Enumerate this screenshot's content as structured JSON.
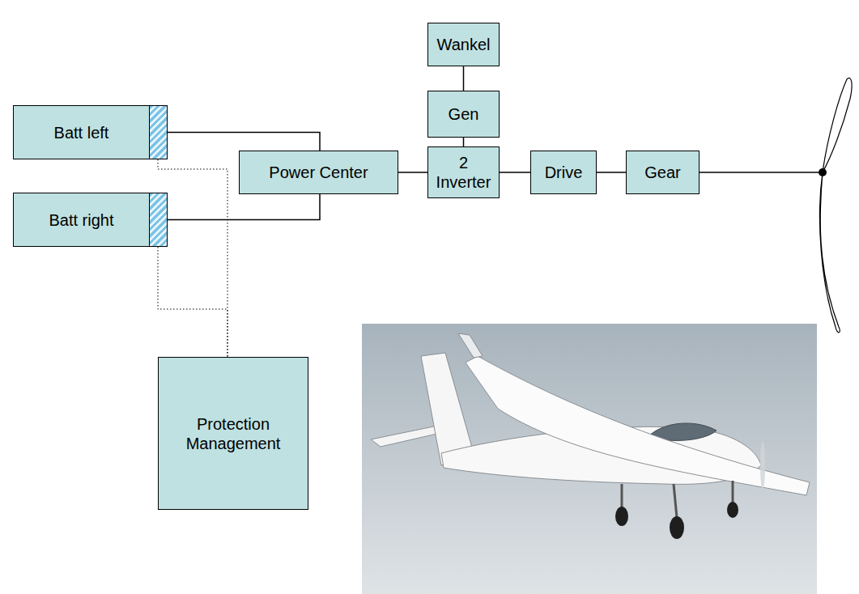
{
  "diagram": {
    "nodes": [
      {
        "text": [
          "Wankel"
        ]
      },
      {
        "text": [
          "Gen"
        ]
      },
      {
        "text": [
          "Batt left"
        ]
      },
      {
        "text": [
          "Power Center"
        ]
      },
      {
        "text": [
          "2 Inverter"
        ]
      },
      {
        "text": [
          "Drive"
        ]
      },
      {
        "text": [
          "Gear"
        ]
      },
      {
        "text": [
          "Batt right"
        ]
      },
      {
        "text": [
          "Protection Management"
        ]
      }
    ],
    "edges": [
      {
        "from": 0,
        "to": 1,
        "arrow": "none"
      },
      {
        "from": 1,
        "to": 4,
        "arrow": "none"
      },
      {
        "from": 2,
        "to": 3,
        "arrow": "none"
      },
      {
        "from": 7,
        "to": 3,
        "arrow": "none"
      },
      {
        "from": 3,
        "to": 4,
        "arrow": "none"
      },
      {
        "from": 4,
        "to": 5,
        "arrow": "none"
      },
      {
        "from": 5,
        "to": 6,
        "arrow": "none"
      },
      {
        "from": 2,
        "to": 8,
        "arrow": "none"
      },
      {
        "from": 7,
        "to": 8,
        "arrow": "none"
      }
    ]
  }
}
